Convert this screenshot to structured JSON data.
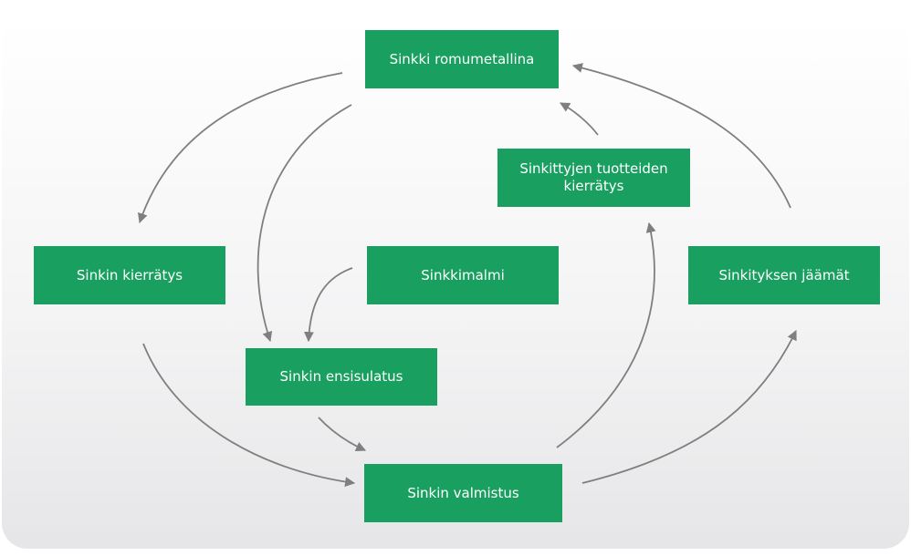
{
  "nodes": {
    "scrap": "Sinkki romumetallina",
    "coated_recycling": "Sinkittyjen tuotteiden kierrätys",
    "recycling": "Sinkin kierrätys",
    "ore": "Sinkkimalmi",
    "residues": "Sinkityksen jäämät",
    "primary_smelting": "Sinkin ensisulatus",
    "manufacturing": "Sinkin valmistus"
  },
  "colors": {
    "box_fill": "#19a060",
    "box_text": "#ffffff",
    "arrow": "#7f7f7f"
  }
}
